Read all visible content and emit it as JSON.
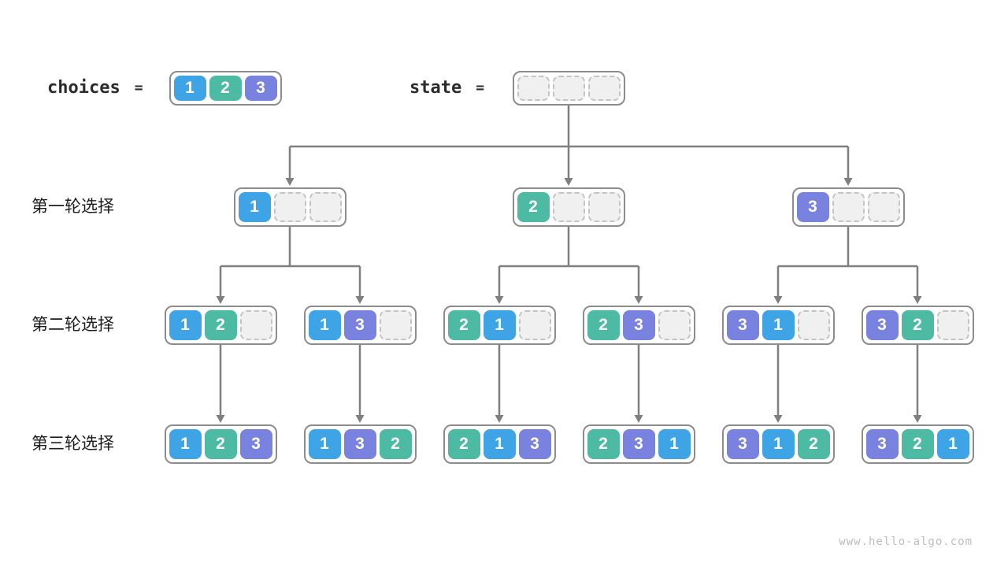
{
  "colors": {
    "1": "#3ea4e5",
    "2": "#4dbaa4",
    "3": "#7982df",
    "arrow": "#7f7f7f",
    "box_border": "#8c8c8c",
    "empty_fill": "#f0f0f0",
    "empty_border": "#c4c4c4",
    "label_text": "#1c1c1c",
    "watermark_text": "#bdbdbd"
  },
  "header": {
    "choices_label": "choices",
    "choices_equals": "=",
    "choices_values": [
      "1",
      "2",
      "3"
    ],
    "state_label": "state",
    "state_equals": "=",
    "state_slots": 3
  },
  "rows": [
    {
      "label": "第一轮选择",
      "nodes": [
        [
          "1"
        ],
        [
          "2"
        ],
        [
          "3"
        ]
      ]
    },
    {
      "label": "第二轮选择",
      "nodes": [
        [
          "1",
          "2"
        ],
        [
          "1",
          "3"
        ],
        [
          "2",
          "1"
        ],
        [
          "2",
          "3"
        ],
        [
          "3",
          "1"
        ],
        [
          "3",
          "2"
        ]
      ]
    },
    {
      "label": "第三轮选择",
      "nodes": [
        [
          "1",
          "2",
          "3"
        ],
        [
          "1",
          "3",
          "2"
        ],
        [
          "2",
          "1",
          "3"
        ],
        [
          "2",
          "3",
          "1"
        ],
        [
          "3",
          "1",
          "2"
        ],
        [
          "3",
          "2",
          "1"
        ]
      ]
    }
  ],
  "watermark": "www.hello-algo.com"
}
